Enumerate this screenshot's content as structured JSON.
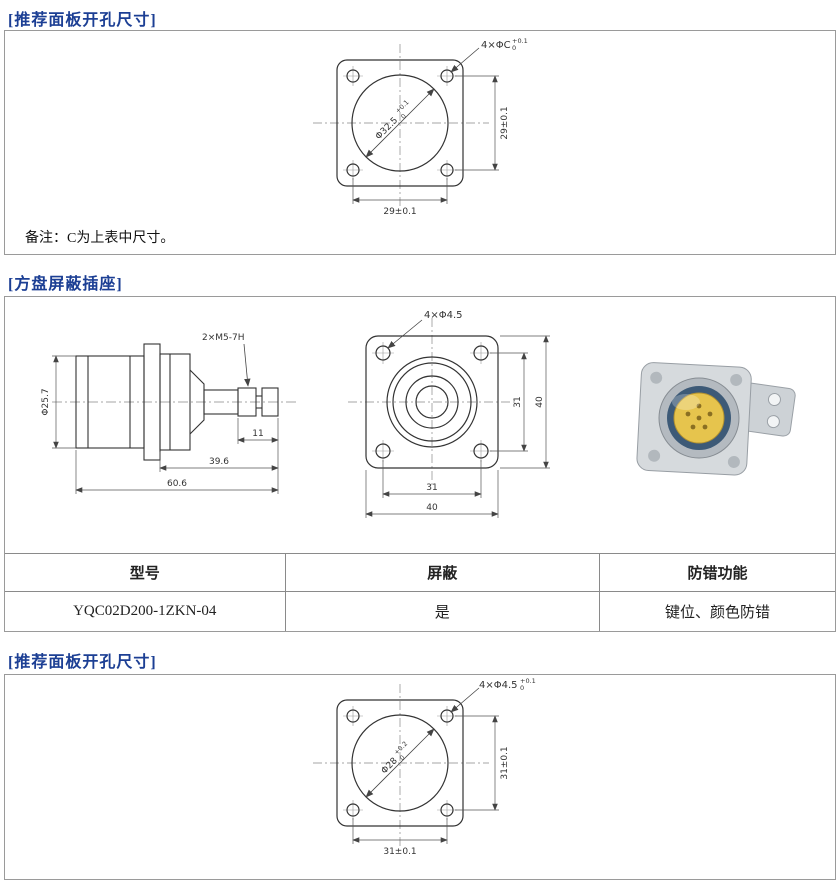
{
  "sections": {
    "s1": "[推荐面板开孔尺寸]",
    "s2": "[方盘屏蔽插座]",
    "s3": "[推荐面板开孔尺寸]"
  },
  "cutout_top": {
    "holes_label": "4×ΦC",
    "holes_tol_top": "+0.1",
    "holes_tol_bottom": "0",
    "bore_label": "Φ32.5",
    "bore_tol_top": "+0.1",
    "bore_tol_bottom": "0",
    "dim_width": "29±0.1",
    "dim_height": "29±0.1",
    "note": "备注：C为上表中尺寸。"
  },
  "socket": {
    "side": {
      "diameter": "Φ25.7",
      "thread": "2×M5-7H",
      "dim_stud": "11",
      "dim_mid": "39.6",
      "dim_total": "60.6"
    },
    "front": {
      "holes_label": "4×Φ4.5",
      "dim_w_inner": "31",
      "dim_w_outer": "40",
      "dim_h_inner": "31",
      "dim_h_outer": "40"
    },
    "table": {
      "headers": [
        "型号",
        "屏蔽",
        "防错功能"
      ],
      "rows": [
        [
          "YQC02D200-1ZKN-04",
          "是",
          "键位、颜色防错"
        ]
      ]
    }
  },
  "cutout_bottom": {
    "holes_label": "4×Φ4.5",
    "holes_tol_top": "+0.1",
    "holes_tol_bottom": "0",
    "bore_label": "Φ28",
    "bore_tol_top": "+0.2",
    "bore_tol_bottom": "0",
    "dim_width": "31±0.1",
    "dim_height": "31±0.1"
  }
}
